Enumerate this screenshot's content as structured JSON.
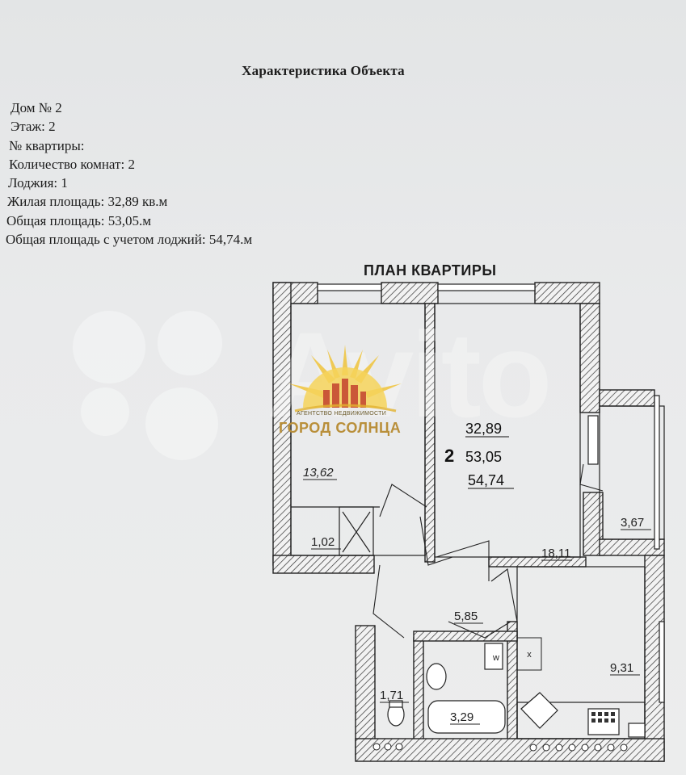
{
  "document": {
    "title": "Характеристика Объекта",
    "specs": [
      "Дом № 2",
      "Этаж: 2",
      "№ квартиры:",
      "Количество комнат: 2",
      "Лоджия: 1",
      "Жилая площадь: 32,89 кв.м",
      "Общая площадь: 53,05.м",
      "Общая площадь с учетом лоджий: 54,74.м"
    ]
  },
  "plan": {
    "heading": "ПЛАН КВАРТИРЫ",
    "room_count": "2",
    "totals": [
      "32,89",
      "53,05",
      "54,74"
    ],
    "rooms": {
      "bedroom": "13,62",
      "closet": "1,02",
      "living": "18,11",
      "loggia": "3,67",
      "hall": "5,85",
      "kitchen": "9,31",
      "wc": "1,71",
      "bath": "3,29"
    },
    "marks": {
      "washer": "w",
      "cross": "x"
    }
  },
  "watermark": {
    "agency_tagline": "АГЕНТСТВО НЕДВИЖИМОСТИ",
    "agency_name": "ГОРОД СОЛНЦА",
    "brand": "Avito"
  },
  "colors": {
    "ink": "#1c1c1c",
    "paper": "#e9eaeb",
    "logo_gold": "#b98f3a",
    "logo_red": "#c0392b"
  }
}
